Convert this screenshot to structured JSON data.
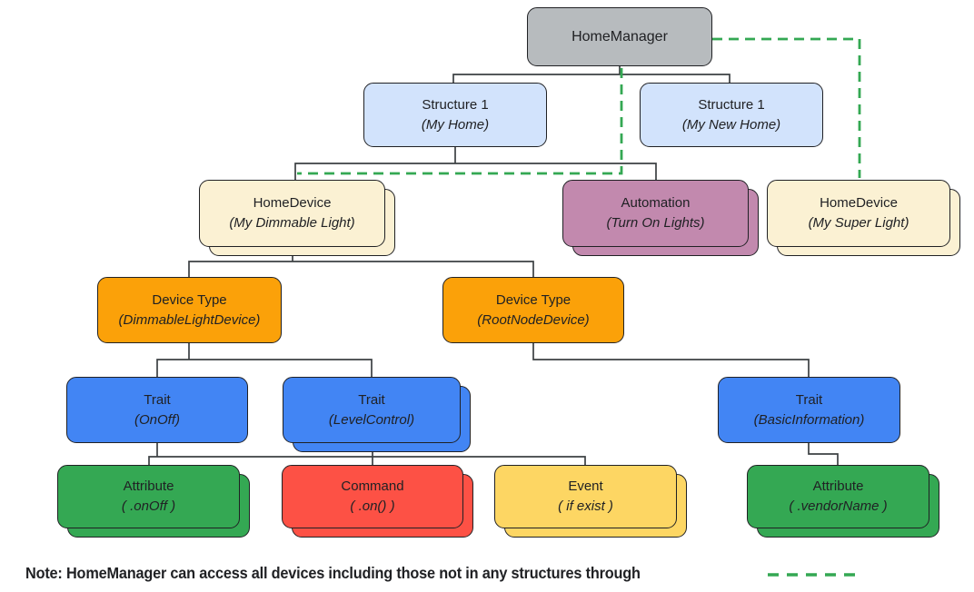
{
  "palette": {
    "gray": "#B7BBBE",
    "light_blue": "#D2E3FC",
    "cream": "#FBF1D3",
    "mauve": "#C289AE",
    "orange": "#FBA109",
    "blue": "#4285F4",
    "green": "#34A853",
    "red": "#FD5145",
    "yellow": "#FDD663",
    "dash_green": "#34A853",
    "line": "#3C4043"
  },
  "nodes": {
    "homemanager": {
      "title": "HomeManager",
      "subtitle": ""
    },
    "structure_my_home": {
      "title": "Structure 1",
      "subtitle": "(My Home)"
    },
    "structure_my_new_home": {
      "title": "Structure 1",
      "subtitle": "(My New Home)"
    },
    "homedevice_dimmable": {
      "title": "HomeDevice",
      "subtitle": "(My Dimmable Light)"
    },
    "automation_turn_on": {
      "title": "Automation",
      "subtitle": "(Turn On Lights)"
    },
    "homedevice_super": {
      "title": "HomeDevice",
      "subtitle": "(My Super Light)"
    },
    "devicetype_dimmable": {
      "title": "Device Type",
      "subtitle": "(DimmableLightDevice)"
    },
    "devicetype_rootnode": {
      "title": "Device Type",
      "subtitle": "(RootNodeDevice)"
    },
    "trait_onoff": {
      "title": "Trait",
      "subtitle": "(OnOff)"
    },
    "trait_levelcontrol": {
      "title": "Trait",
      "subtitle": "(LevelControl)"
    },
    "trait_basicinfo": {
      "title": "Trait",
      "subtitle": "(BasicInformation)"
    },
    "attribute_onoff": {
      "title": "Attribute",
      "subtitle": "( .onOff )"
    },
    "command_on": {
      "title": "Command",
      "subtitle": "( .on() )"
    },
    "event_ifexist": {
      "title": "Event",
      "subtitle": "( if exist )"
    },
    "attribute_vendorname": {
      "title": "Attribute",
      "subtitle": "( .vendorName )"
    }
  },
  "note": {
    "text": "Note: HomeManager can access all devices including those not in any structures through"
  }
}
